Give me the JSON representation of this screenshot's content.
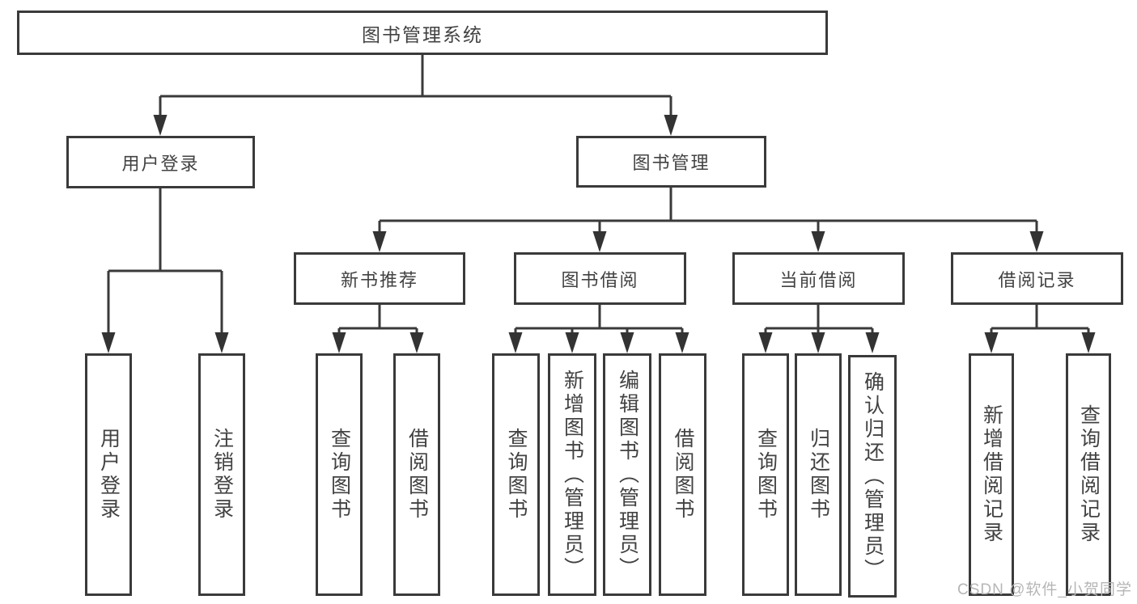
{
  "tree": {
    "label": "图书管理系统",
    "children": [
      {
        "label": "用户登录",
        "children": [
          {
            "label": "用户登录"
          },
          {
            "label": "注销登录"
          }
        ]
      },
      {
        "label": "图书管理",
        "children": [
          {
            "label": "新书推荐",
            "children": [
              {
                "label": "查询图书"
              },
              {
                "label": "借阅图书"
              }
            ]
          },
          {
            "label": "图书借阅",
            "children": [
              {
                "label": "查询图书"
              },
              {
                "label": "新增图书（管理员）"
              },
              {
                "label": "编辑图书（管理员）"
              },
              {
                "label": "借阅图书"
              }
            ]
          },
          {
            "label": "当前借阅",
            "children": [
              {
                "label": "查询图书"
              },
              {
                "label": "归还图书"
              },
              {
                "label": "确认归还（管理员）"
              }
            ]
          },
          {
            "label": "借阅记录",
            "children": [
              {
                "label": "新增借阅记录"
              },
              {
                "label": "查询借阅记录"
              }
            ]
          }
        ]
      }
    ]
  },
  "watermark": {
    "text": "CSDN @软件_小贺同学"
  },
  "colors": {
    "line": "#3a3a3a",
    "arrow": "#333333",
    "text": "#424242",
    "background": "#ffffff",
    "watermark": "#b6b6b6"
  }
}
